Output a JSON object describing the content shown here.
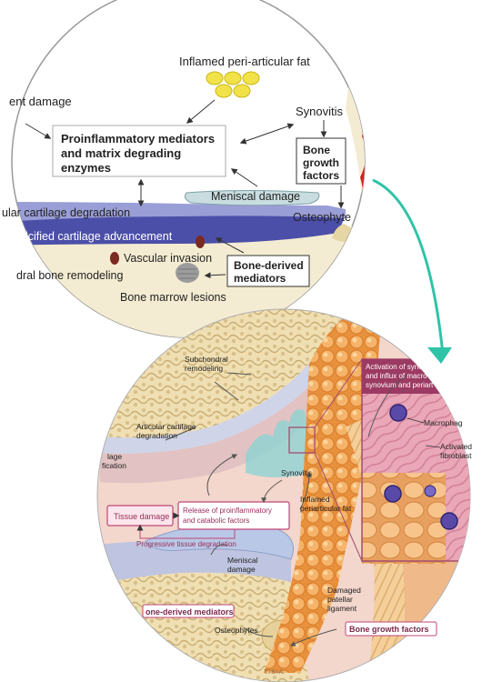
{
  "top": {
    "inflamed_fat": "Inflamed peri-articular fat",
    "ent_damage": "ent damage",
    "synovitis": "Synovitis",
    "proinflam_l1": "Proinflammatory mediators",
    "proinflam_l2": "and matrix degrading",
    "proinflam_l3": "enzymes",
    "bone_growth_l1": "Bone",
    "bone_growth_l2": "growth",
    "bone_growth_l3": "factors",
    "meniscal": "Meniscal damage",
    "cartilage_deg": "ular cartilage degradation",
    "osteophyte": "Osteophyte",
    "calcified": "Calcified cartilage advancement",
    "vascular": "Vascular invasion",
    "bone_derived_l1": "Bone-derived",
    "bone_derived_l2": "mediators",
    "subchondral": "dral bone remodeling",
    "marrow": "Bone marrow lesions"
  },
  "bottom": {
    "subchondral_l1": "Subchondral",
    "subchondral_l2": "remodeling",
    "articular_l1": "Articular cartilage",
    "articular_l2": "degradation",
    "lage": "lage",
    "fication": "fication",
    "synovitis": "Synovitis",
    "inflamed_fat_l1": "Inflamed",
    "inflamed_fat_l2": "periarticular fat",
    "tissue_damage": "Tissue damage",
    "release_l1": "Release of proinflammatory",
    "release_l2": "and catabolic factors",
    "progressive": "Progressive tissue degradation",
    "meniscal_l1": "Meniscal",
    "meniscal_l2": "damage",
    "bone_derived": "one-derived mediators",
    "damaged_l1": "Damaged",
    "damaged_l2": "patellar",
    "damaged_l3": "ligament",
    "osteophytes": "Osteophytes",
    "tibia": "TIBIA",
    "bone_growth": "Bone growth factors",
    "activation_l1": "Activation of syno",
    "activation_l2": "and influx of macro",
    "activation_l3": "synovium and periart",
    "macrophage": "Macrophag",
    "activated_l1": "Activated",
    "activated_l2": "fibroblast"
  },
  "colors": {
    "cartilage_blue": "#4b4fa8",
    "cartilage_light": "#8a8fd0",
    "meniscus": "#c9dde0",
    "fat_yellow": "#f2e24a",
    "synovium_red": "#d42020",
    "bone": "#ead9a8",
    "teal_arrow": "#2fc3a8",
    "pink_box": "#c0467a",
    "macrophage": "#5a4aa8"
  }
}
